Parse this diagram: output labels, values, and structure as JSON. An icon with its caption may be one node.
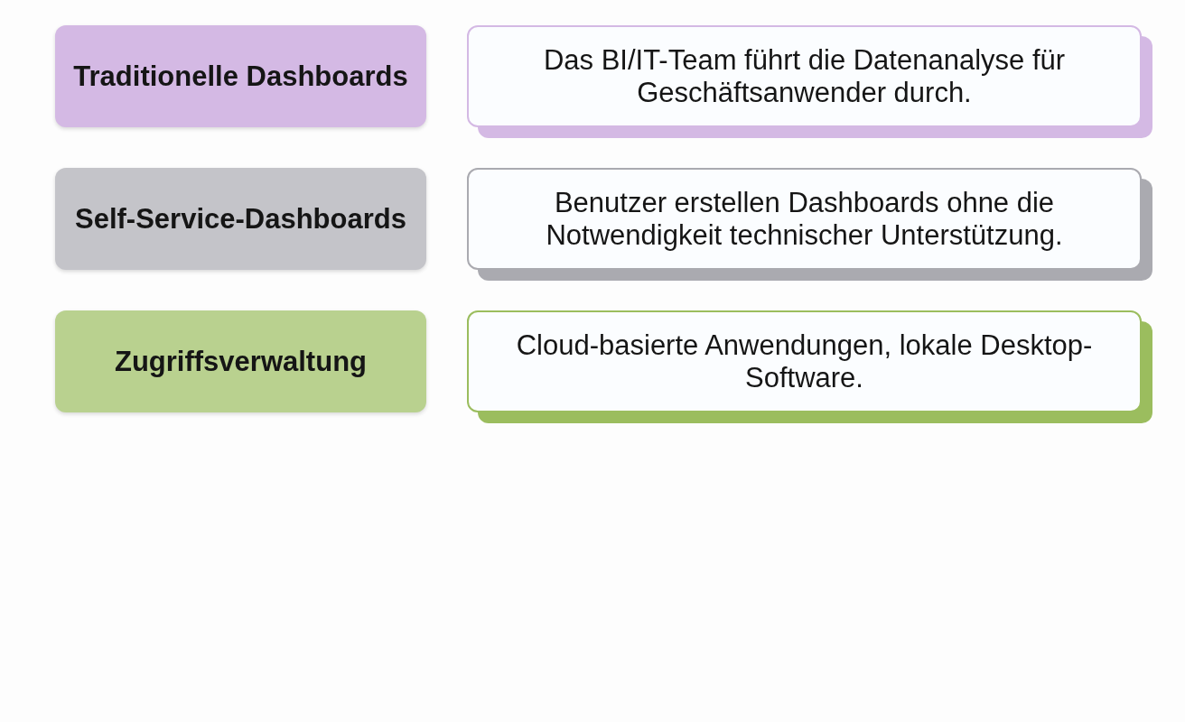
{
  "diagram": {
    "nodes": [
      {
        "text": [
          "Traditionelle Dashboards"
        ]
      },
      {
        "text": [
          "Das BI/IT-Team führt die Datenanalyse für Geschäftsanwender durch."
        ]
      },
      {
        "text": [
          "Self-Service-Dashboards"
        ]
      },
      {
        "text": [
          "Benutzer erstellen Dashboards ohne die Notwendigkeit technischer Unterstützung."
        ]
      },
      {
        "text": [
          "Zugriffsverwaltung"
        ]
      },
      {
        "text": [
          "Cloud-basierte Anwendungen, lokale Desktop-Software."
        ]
      }
    ]
  }
}
